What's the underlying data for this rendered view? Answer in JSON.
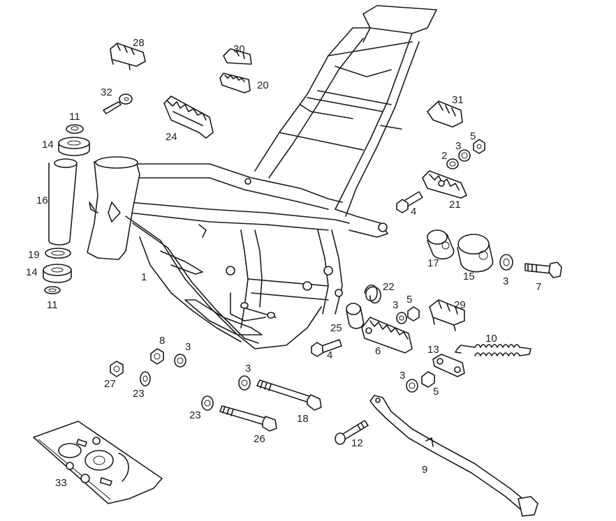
{
  "diagram": {
    "labels": [
      {
        "id": "l28",
        "text": "28"
      },
      {
        "id": "l30",
        "text": "30"
      },
      {
        "id": "l20",
        "text": "20"
      },
      {
        "id": "l32",
        "text": "32"
      },
      {
        "id": "l24",
        "text": "24"
      },
      {
        "id": "l11a",
        "text": "11"
      },
      {
        "id": "l14a",
        "text": "14"
      },
      {
        "id": "l16",
        "text": "16"
      },
      {
        "id": "l19",
        "text": "19"
      },
      {
        "id": "l14b",
        "text": "14"
      },
      {
        "id": "l11b",
        "text": "11"
      },
      {
        "id": "l1",
        "text": "1"
      },
      {
        "id": "l31",
        "text": "31"
      },
      {
        "id": "l5a",
        "text": "5"
      },
      {
        "id": "l3a",
        "text": "3"
      },
      {
        "id": "l2",
        "text": "2"
      },
      {
        "id": "l4a",
        "text": "4"
      },
      {
        "id": "l21",
        "text": "21"
      },
      {
        "id": "l17",
        "text": "17"
      },
      {
        "id": "l15",
        "text": "15"
      },
      {
        "id": "l3b",
        "text": "3"
      },
      {
        "id": "l7",
        "text": "7"
      },
      {
        "id": "l22",
        "text": "22"
      },
      {
        "id": "l3c",
        "text": "3"
      },
      {
        "id": "l5b",
        "text": "5"
      },
      {
        "id": "l29",
        "text": "29"
      },
      {
        "id": "l25",
        "text": "25"
      },
      {
        "id": "l4b",
        "text": "4"
      },
      {
        "id": "l6",
        "text": "6"
      },
      {
        "id": "l10",
        "text": "10"
      },
      {
        "id": "l13",
        "text": "13"
      },
      {
        "id": "l8",
        "text": "8"
      },
      {
        "id": "l3d",
        "text": "3"
      },
      {
        "id": "l27",
        "text": "27"
      },
      {
        "id": "l23a",
        "text": "23"
      },
      {
        "id": "l3e",
        "text": "3"
      },
      {
        "id": "l18",
        "text": "18"
      },
      {
        "id": "l3f",
        "text": "3"
      },
      {
        "id": "l5c",
        "text": "5"
      },
      {
        "id": "l23b",
        "text": "23"
      },
      {
        "id": "l26",
        "text": "26"
      },
      {
        "id": "l12",
        "text": "12"
      },
      {
        "id": "l9",
        "text": "9"
      },
      {
        "id": "l33",
        "text": "33"
      }
    ]
  }
}
